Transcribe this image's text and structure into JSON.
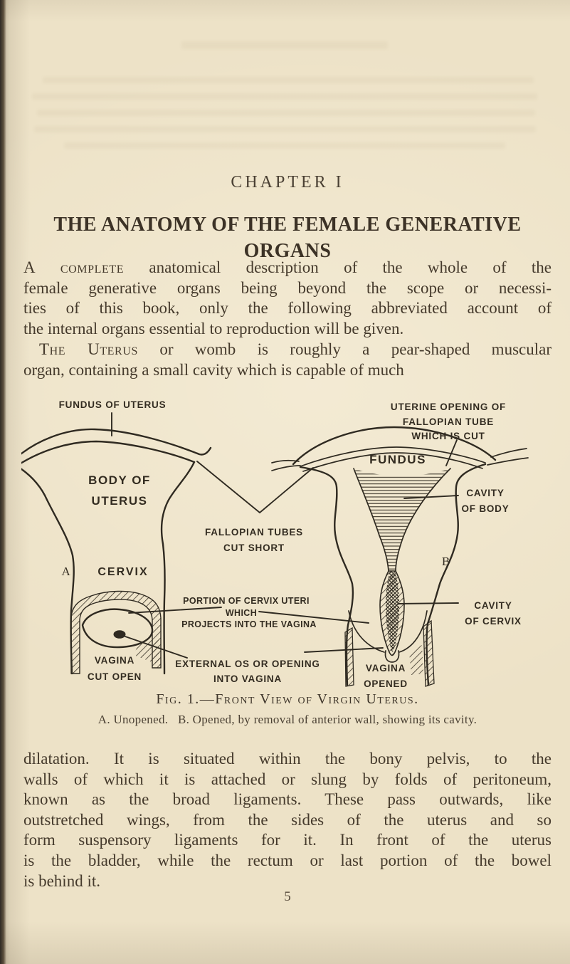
{
  "colors": {
    "paper": "#ede2c7",
    "ink": "#453a2c",
    "figure_ink": "#2f2a21"
  },
  "page": {
    "chapter_heading": "CHAPTER I",
    "title_line1": "THE ANATOMY OF THE FEMALE GENERATIVE",
    "title_line2": "ORGANS",
    "page_number": "5"
  },
  "body": {
    "para1": {
      "lead": "A complete",
      "line1_rest": " anatomical description of the whole of the",
      "line2": "female generative organs being beyond the scope or necessi-",
      "line3": "ties of this book, only the following abbreviated account of",
      "line4": "the internal organs essential to reproduction will be given."
    },
    "para2": {
      "lead": "The Uterus",
      "line1_rest": " or womb is roughly a pear-shaped muscular",
      "line2": "organ, containing a small cavity which is capable of much"
    },
    "para3": {
      "line1": "dilatation. It is situated within the bony pelvis, to the",
      "line2": "walls of which it is attached or slung by folds of peritoneum,",
      "line3": "known as the broad ligaments. These pass outwards, like",
      "line4": "outstretched wings, from the sides of the uterus and so",
      "line5": "form suspensory ligaments for it. In front of the uterus",
      "line6": "is the bladder, while the rectum or last portion of the bowel",
      "line7": "is behind it."
    }
  },
  "figure": {
    "caption": "Fig. 1.—Front View of Virgin Uterus.",
    "subcaption": "A. Unopened.   B. Opened, by removal of anterior wall, showing its cavity.",
    "labels": {
      "fundus_of_uterus": "FUNDUS OF UTERUS",
      "body_of_uterus_line1": "BODY OF",
      "body_of_uterus_line2": "UTERUS",
      "marker_a": "A",
      "cervix": "CERVIX",
      "fallopian_tubes_line1": "FALLOPIAN TUBES",
      "fallopian_tubes_line2": "CUT SHORT",
      "uterine_opening_line1": "UTERINE OPENING OF",
      "uterine_opening_line2": "FALLOPIAN TUBE",
      "uterine_opening_line3": "WHICH IS CUT",
      "fundus": "FUNDUS",
      "cavity_of_body_line1": "CAVITY",
      "cavity_of_body_line2": "OF BODY",
      "marker_b": "B",
      "portion_line1": "PORTION OF CERVIX UTERI",
      "portion_line2": "WHICH",
      "portion_line3": "PROJECTS INTO THE VAGINA",
      "cavity_of_cervix_line1": "CAVITY",
      "cavity_of_cervix_line2": "OF CERVIX",
      "external_os_line1": "EXTERNAL OS OR OPENING",
      "external_os_line2": "INTO VAGINA",
      "vagina_cut_open_line1": "VAGINA",
      "vagina_cut_open_line2": "CUT OPEN",
      "vagina_opened_line1": "VAGINA",
      "vagina_opened_line2": "OPENED"
    }
  }
}
